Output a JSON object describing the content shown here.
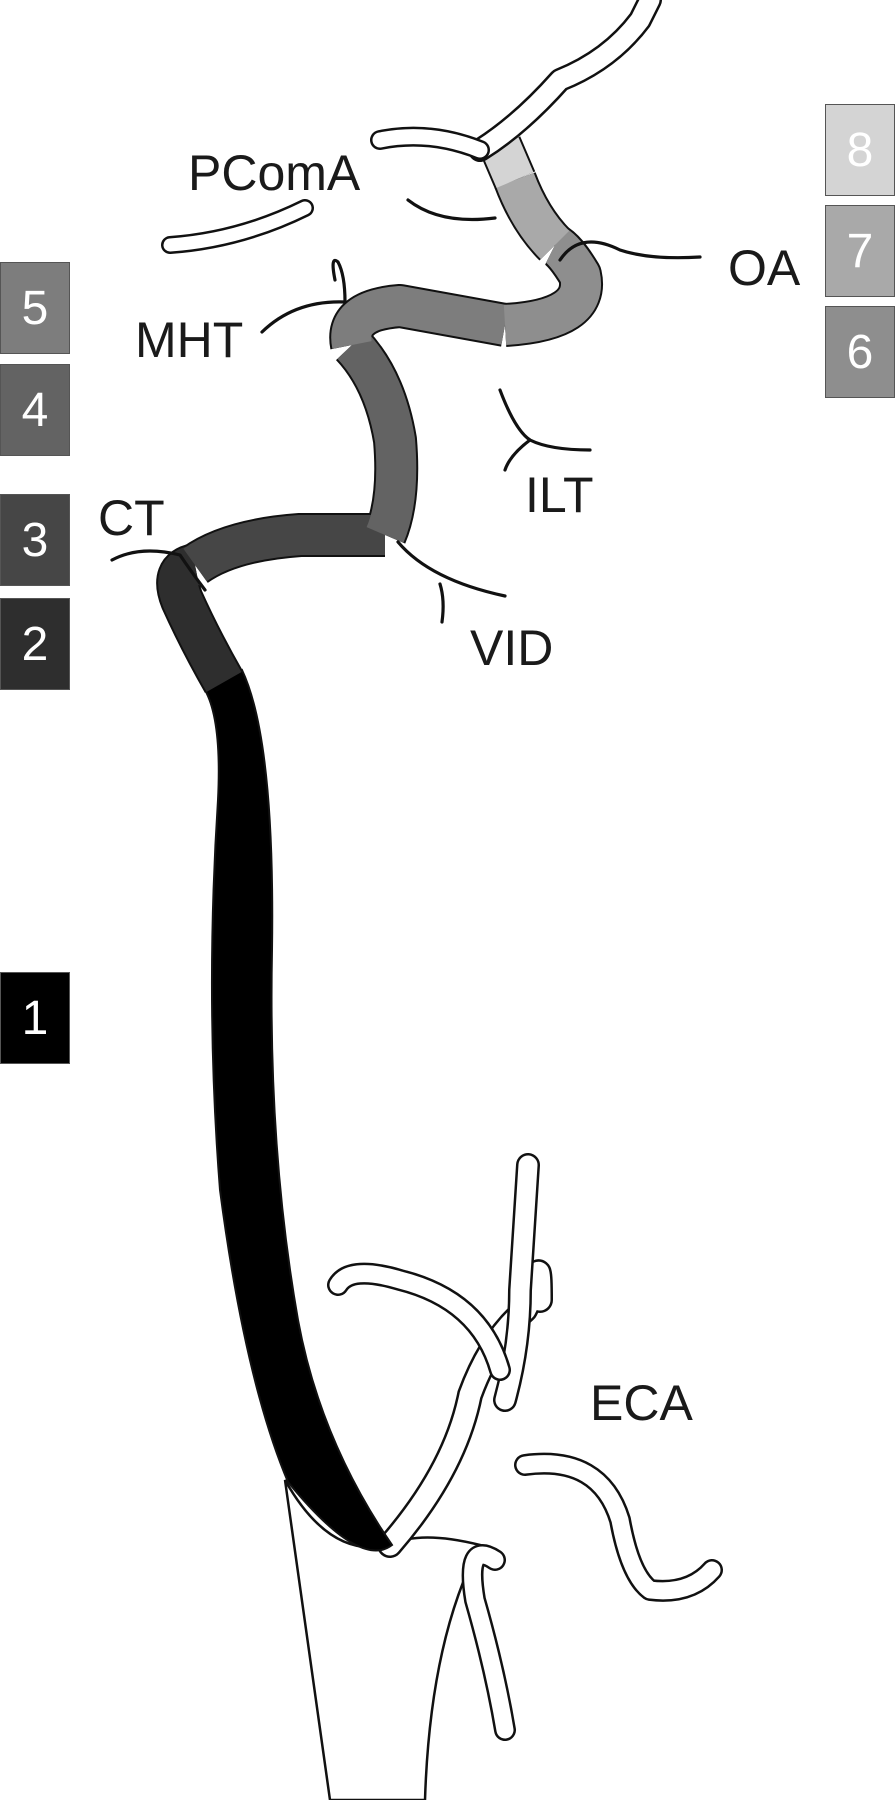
{
  "segments": [
    {
      "number": "1",
      "color": "#000000"
    },
    {
      "number": "2",
      "color": "#2e2e2e"
    },
    {
      "number": "3",
      "color": "#464646"
    },
    {
      "number": "4",
      "color": "#636363"
    },
    {
      "number": "5",
      "color": "#7d7d7d"
    },
    {
      "number": "6",
      "color": "#8e8e8e"
    },
    {
      "number": "7",
      "color": "#a9a9a9"
    },
    {
      "number": "8",
      "color": "#d4d4d4"
    }
  ],
  "labels": {
    "pcoma": "PComA",
    "oa": "OA",
    "mht": "MHT",
    "ilt": "ILT",
    "ct": "CT",
    "vid": "VID",
    "eca": "ECA"
  }
}
